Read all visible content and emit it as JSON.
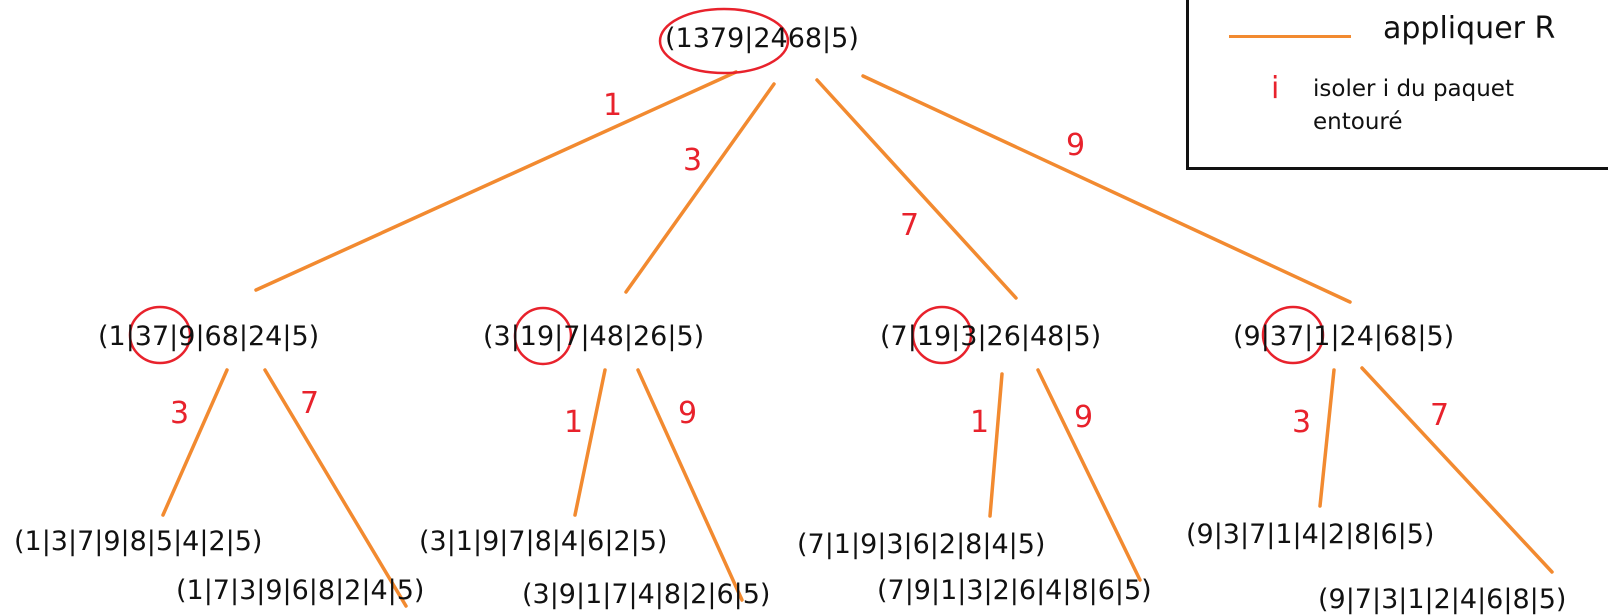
{
  "colors": {
    "edge": "#f28a30",
    "label": "#e8222c",
    "circle": "#e8222c",
    "text": "#111111"
  },
  "root": {
    "text": "(1379|2468|5)"
  },
  "level1": [
    {
      "text": "(1|37|9|68|24|5)",
      "edge_label": "1"
    },
    {
      "text": "(3|19|7|48|26|5)",
      "edge_label": "3"
    },
    {
      "text": "(7|19|3|26|48|5)",
      "edge_label": "7"
    },
    {
      "text": "(9|37|1|24|68|5)",
      "edge_label": "9"
    }
  ],
  "level2": [
    {
      "text": "(1|3|7|9|8|5|4|2|5)",
      "edge_label": "3"
    },
    {
      "text": "(1|7|3|9|6|8|2|4|5)",
      "edge_label": "7"
    },
    {
      "text": "(3|1|9|7|8|4|6|2|5)",
      "edge_label": "1"
    },
    {
      "text": "(3|9|1|7|4|8|2|6|5)",
      "edge_label": "9"
    },
    {
      "text": "(7|1|9|3|6|2|8|4|5)",
      "edge_label": "1"
    },
    {
      "text": "(7|9|1|3|2|6|4|8|6|5)",
      "edge_label": "9"
    },
    {
      "text": "(9|3|7|1|4|2|8|6|5)",
      "edge_label": "3"
    },
    {
      "text": "(9|7|3|1|2|4|6|8|5)",
      "edge_label": "7"
    }
  ],
  "legend": {
    "line_label": "appliquer R",
    "i_symbol": "i",
    "i_label": "isoler i du paquet entouré"
  }
}
